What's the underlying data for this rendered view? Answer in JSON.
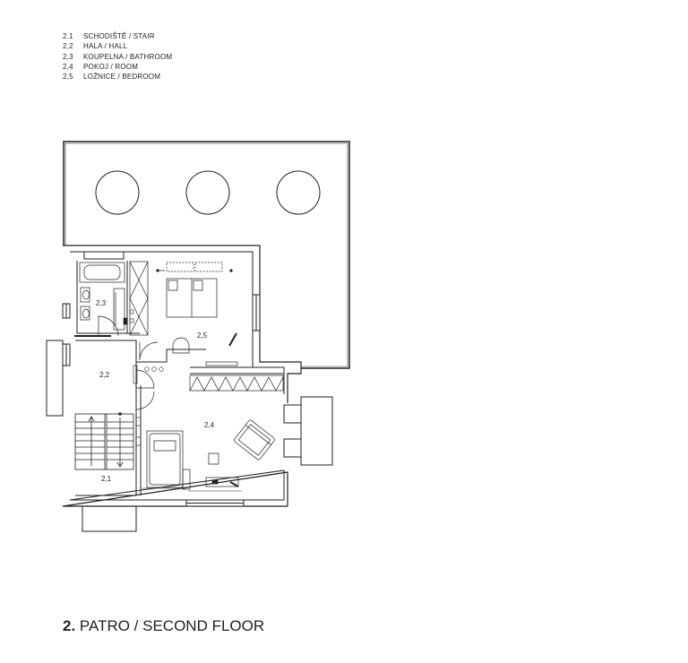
{
  "legend": [
    {
      "num": "2.1",
      "label": "SCHODIŠTĚ  /  STAIR"
    },
    {
      "num": "2,2",
      "label": "HALA  /  HALL"
    },
    {
      "num": "2,3",
      "label": "KOUPELNA  /  BATHROOM"
    },
    {
      "num": "2,4",
      "label": "POKOJ  /  ROOM"
    },
    {
      "num": "2,5",
      "label": "LOŽNICE  /  BEDROOM"
    }
  ],
  "rooms": {
    "stair": "2,1",
    "hall": "2,2",
    "bathroom": "2,3",
    "room": "2,4",
    "bedroom": "2,5"
  },
  "title": {
    "number": "2.",
    "text": " PATRO  /  SECOND FLOOR"
  },
  "colors": {
    "line": "#222222",
    "wall": "#222222",
    "background": "#ffffff"
  }
}
